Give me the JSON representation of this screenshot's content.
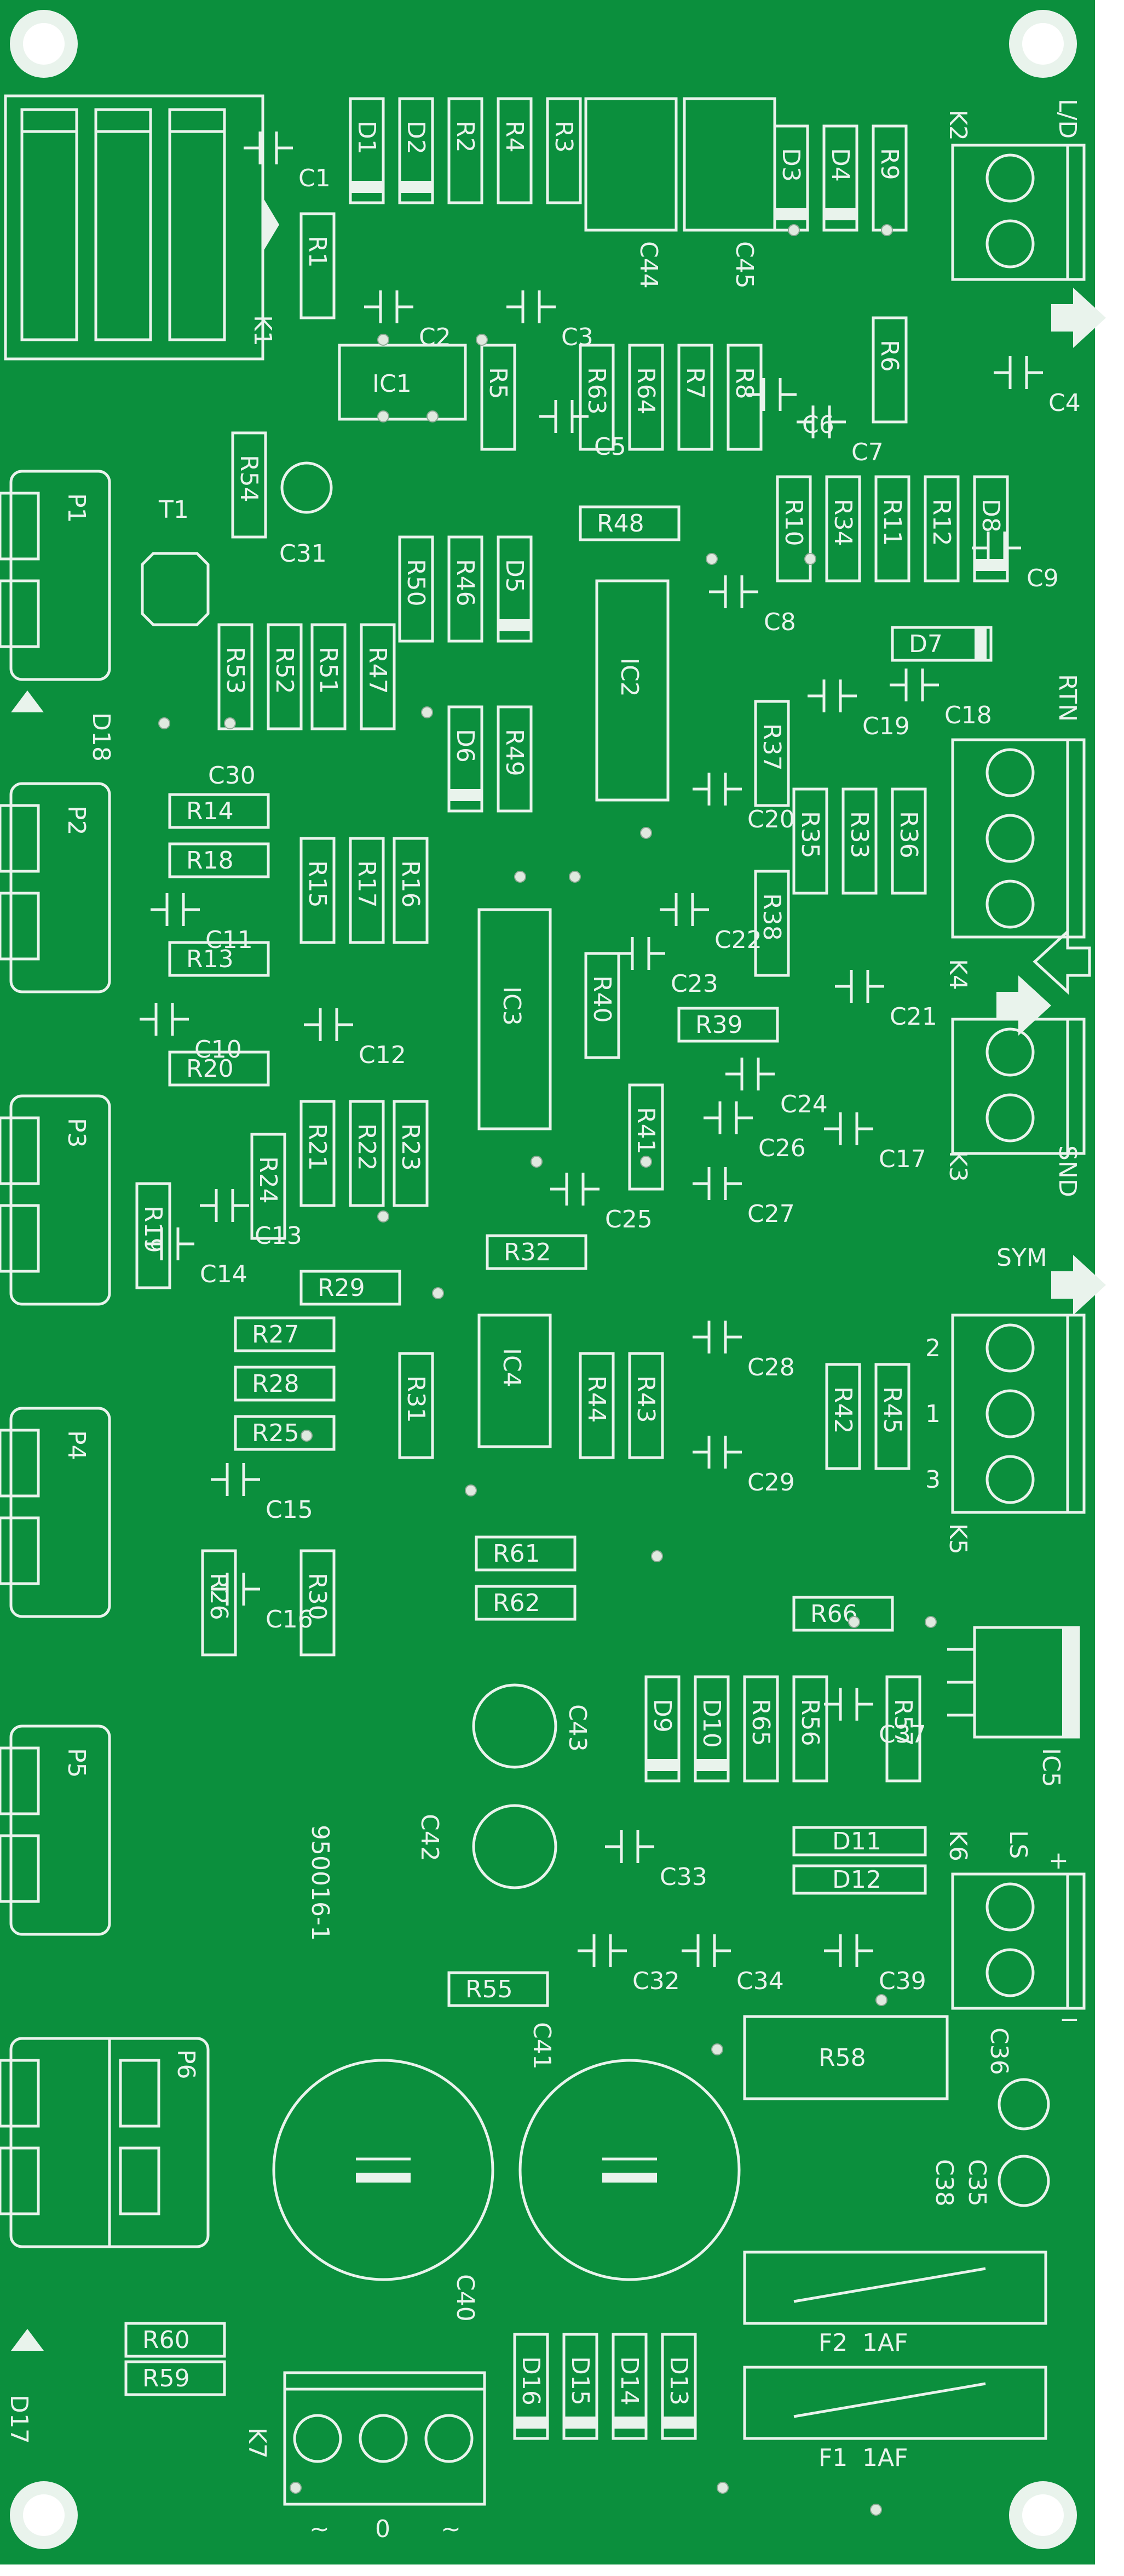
{
  "board": {
    "board_id": "950016-1",
    "colors": {
      "soldermask": "#0b8f3d",
      "silkscreen": "#e9f3ec",
      "pad": "#dfe9df",
      "background": "#ffffff"
    }
  },
  "connectors": {
    "K1": "K1",
    "K2": "K2",
    "K3": "K3",
    "K4": "K4",
    "K5": "K5",
    "K6": "K6",
    "K7": "K7",
    "K2_label": "L/D",
    "K3_label": "SND",
    "K4_label": "RTN",
    "K5_label": "SYM",
    "K6_label": "LS",
    "K6_plus": "+",
    "K6_minus": "−",
    "K5_pins": [
      "2",
      "1",
      "3"
    ],
    "K7_pins": [
      "~",
      "0",
      "~"
    ]
  },
  "pots": [
    "P1",
    "P2",
    "P3",
    "P4",
    "P5",
    "P6"
  ],
  "ics": [
    "IC1",
    "IC2",
    "IC3",
    "IC4",
    "IC5"
  ],
  "transistors": [
    "T1"
  ],
  "leds": [
    "D18",
    "D17"
  ],
  "fuses": [
    {
      "ref": "F2",
      "rating": "1AF"
    },
    {
      "ref": "F1",
      "rating": "1AF"
    }
  ],
  "resistors": {
    "R1": "R1",
    "R2": "R2",
    "R3": "R3",
    "R4": "R4",
    "R5": "R5",
    "R6": "R6",
    "R7": "R7",
    "R8": "R8",
    "R9": "R9",
    "R10": "R10",
    "R11": "R11",
    "R12": "R12",
    "R13": "R13",
    "R14": "R14",
    "R15": "R15",
    "R16": "R16",
    "R17": "R17",
    "R18": "R18",
    "R19": "R19",
    "R20": "R20",
    "R21": "R21",
    "R22": "R22",
    "R23": "R23",
    "R24": "R24",
    "R25": "R25",
    "R26": "R26",
    "R27": "R27",
    "R28": "R28",
    "R29": "R29",
    "R30": "R30",
    "R31": "R31",
    "R32": "R32",
    "R33": "R33",
    "R34": "R34",
    "R35": "R35",
    "R36": "R36",
    "R37": "R37",
    "R38": "R38",
    "R39": "R39",
    "R40": "R40",
    "R41": "R41",
    "R42": "R42",
    "R43": "R43",
    "R44": "R44",
    "R45": "R45",
    "R46": "R46",
    "R47": "R47",
    "R48": "R48",
    "R49": "R49",
    "R50": "R50",
    "R51": "R51",
    "R52": "R52",
    "R53": "R53",
    "R54": "R54",
    "R55": "R55",
    "R56": "R56",
    "R57": "R57",
    "R58": "R58",
    "R59": "R59",
    "R60": "R60",
    "R61": "R61",
    "R62": "R62",
    "R63": "R63",
    "R64": "R64",
    "R65": "R65",
    "R66": "R66"
  },
  "diodes": {
    "D1": "D1",
    "D2": "D2",
    "D3": "D3",
    "D4": "D4",
    "D5": "D5",
    "D6": "D6",
    "D7": "D7",
    "D8": "D8",
    "D9": "D9",
    "D10": "D10",
    "D11": "D11",
    "D12": "D12",
    "D13": "D13",
    "D14": "D14",
    "D15": "D15",
    "D16": "D16"
  },
  "capacitors": {
    "C1": "C1",
    "C2": "C2",
    "C3": "C3",
    "C4": "C4",
    "C5": "C5",
    "C6": "C6",
    "C7": "C7",
    "C8": "C8",
    "C9": "C9",
    "C10": "C10",
    "C11": "C11",
    "C12": "C12",
    "C13": "C13",
    "C14": "C14",
    "C15": "C15",
    "C16": "C16",
    "C17": "C17",
    "C18": "C18",
    "C19": "C19",
    "C20": "C20",
    "C21": "C21",
    "C22": "C22",
    "C23": "C23",
    "C24": "C24",
    "C25": "C25",
    "C26": "C26",
    "C27": "C27",
    "C28": "C28",
    "C29": "C29",
    "C30": "C30",
    "C31": "C31",
    "C32": "C32",
    "C33": "C33",
    "C34": "C34",
    "C35": "C35",
    "C36": "C36",
    "C37": "C37",
    "C38": "C38",
    "C39": "C39",
    "C40": "C40",
    "C41": "C41",
    "C42": "C42",
    "C43": "C43",
    "C44": "C44",
    "C45": "C45"
  }
}
